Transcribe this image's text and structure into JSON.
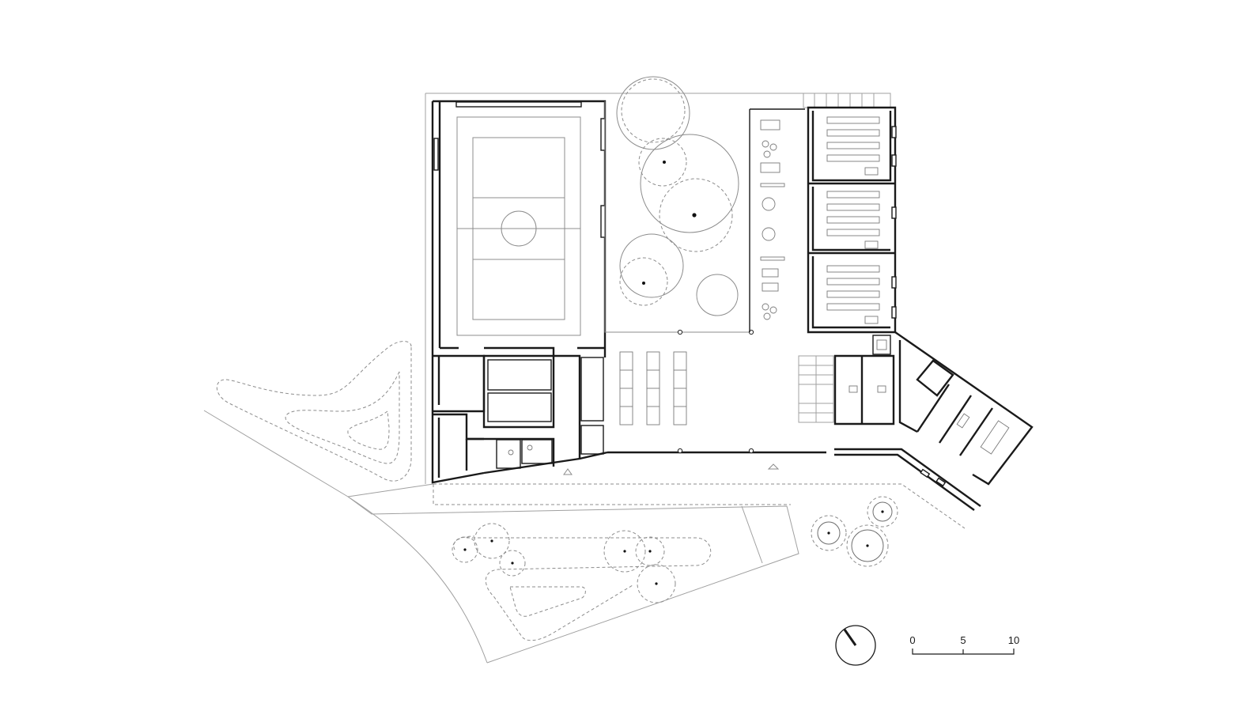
{
  "scale_bar": {
    "labels": [
      "0",
      "5",
      "10"
    ]
  },
  "icons": [
    "north-arrow-icon"
  ],
  "colors": {
    "background": "#ffffff",
    "wall": "#1a1a1a",
    "line": "#8c8c8c"
  }
}
